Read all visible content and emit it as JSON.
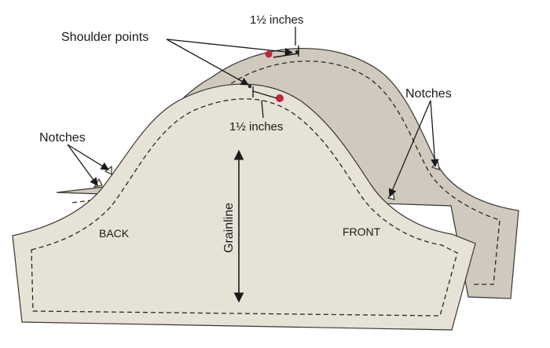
{
  "labels": {
    "shoulder_points": "Shoulder points",
    "measure_top": "1½ inches",
    "measure_bottom": "1½ inches",
    "notches_left": "Notches",
    "notches_right": "Notches",
    "back": "BACK",
    "front": "FRONT",
    "grainline": "Grainline"
  },
  "colors": {
    "pattern_front_piece": "#cfcabd",
    "pattern_back_piece": "#e6e2d6",
    "outline": "#3a3530",
    "seam_line": "#2b2724",
    "pin_marker": "#c0283a",
    "text": "#1a1a1a"
  }
}
